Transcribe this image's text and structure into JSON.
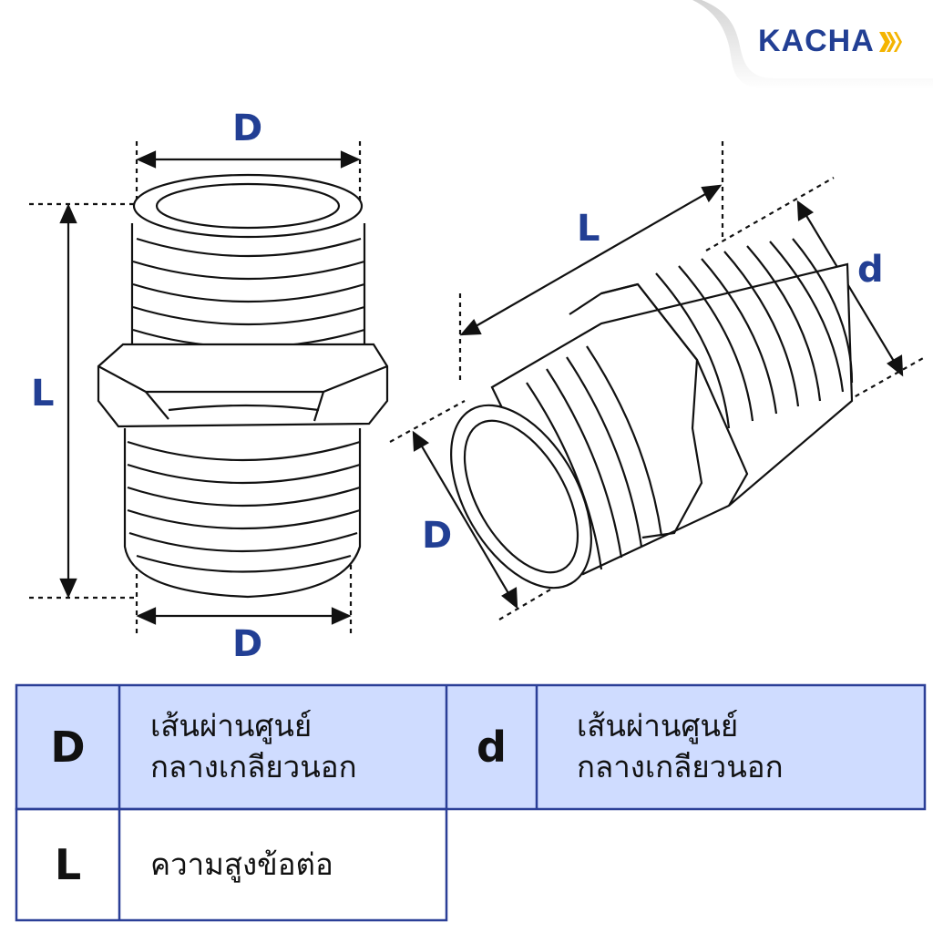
{
  "brand": {
    "name": "KACHA",
    "color": "#223f94",
    "mark": "triple-slash-mark-icon",
    "mark_color": "#f4b400"
  },
  "diagram": {
    "dims_front": {
      "top": "D",
      "left": "L",
      "bottom": "D"
    },
    "dims_side": {
      "length": "L",
      "inner": "d",
      "outer": "D"
    },
    "accent": "#223f94",
    "line_color": "#111111"
  },
  "legend": {
    "header_bg": "#cfdcff",
    "border": "#2b3f97",
    "rows": [
      {
        "symbol": "D",
        "text": "เส้นผ่านศูนย์\nกลางเกลียวนอก"
      },
      {
        "symbol": "d",
        "text": "เส้นผ่านศูนย์\nกลางเกลียวนอก"
      },
      {
        "symbol": "L",
        "text": "ความสูงข้อต่อ"
      }
    ]
  }
}
